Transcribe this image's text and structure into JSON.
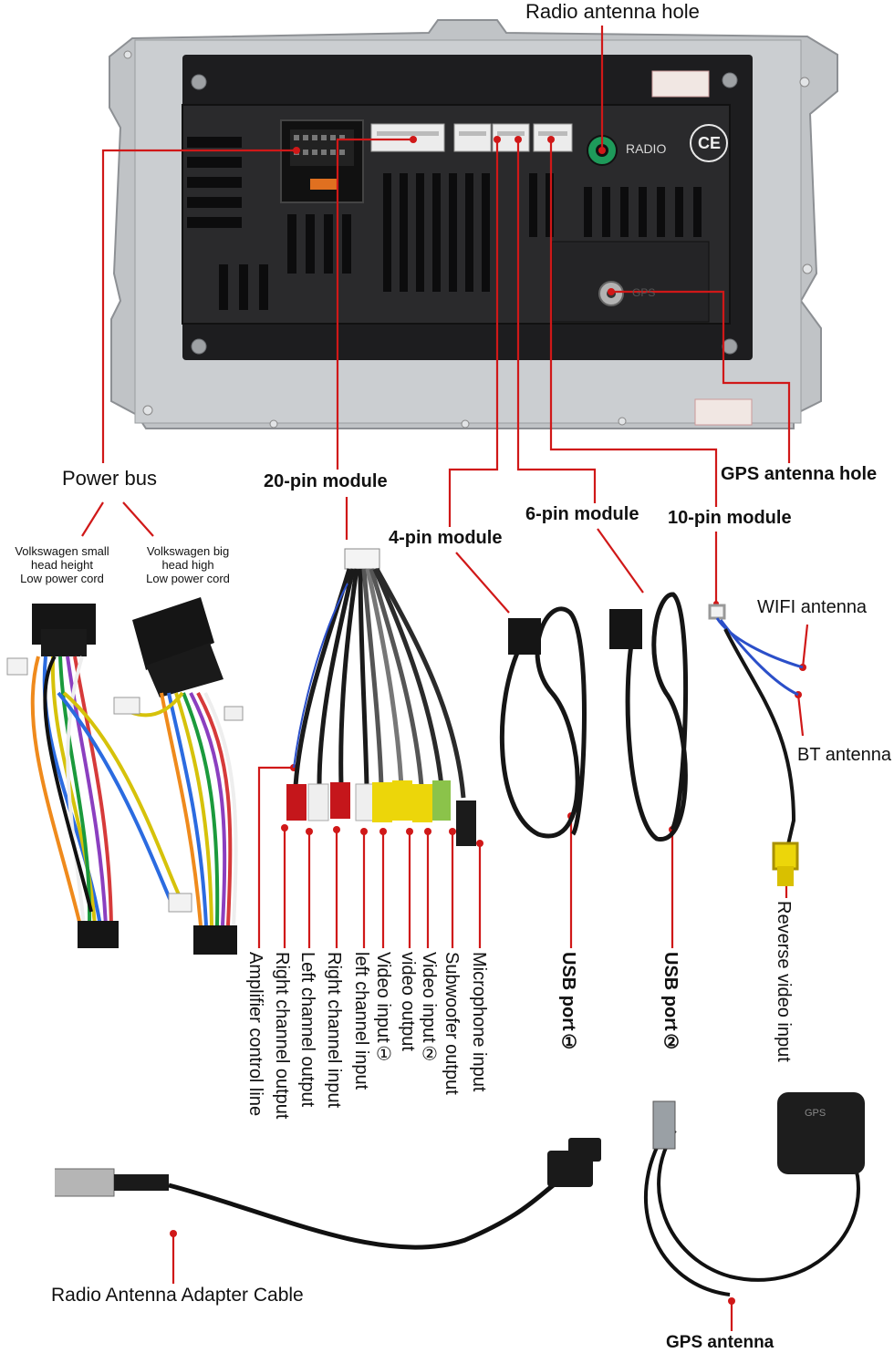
{
  "labels": {
    "radio_antenna_hole": "Radio antenna hole",
    "power_bus": "Power bus",
    "pin20": "20-pin module",
    "pin4": "4-pin module",
    "pin6": "6-pin module",
    "pin10": "10-pin module",
    "gps_hole": "GPS antenna hole",
    "wifi": "WIFI antenna",
    "bt": "BT antenna",
    "vw_small": [
      "Volkswagen small",
      "head height",
      "Low power cord"
    ],
    "vw_big": [
      "Volkswagen big",
      "head high",
      "Low power cord"
    ],
    "radio_adapter": "Radio Antenna Adapter Cable",
    "gps_antenna": "GPS antenna",
    "reverse_video": "Reverse video input",
    "usb1": "USB port①",
    "usb2": "USB port②"
  },
  "rca_labels": [
    "Amplifier control line",
    "Right channel output",
    "Left channel output",
    "Right channel input",
    "left channel input",
    "Video input①",
    "video output",
    "Video input②",
    "Subwoofer output",
    "Microphone input"
  ],
  "panel_text": {
    "radio": "RADIO",
    "ce": "CE",
    "gps": "GPS",
    "gps_unit": "GPS"
  },
  "colors": {
    "callout": "#d01818",
    "frame": "#b9bcbf",
    "panel": "#1d1d1f",
    "cable": "#1a1a1a"
  }
}
